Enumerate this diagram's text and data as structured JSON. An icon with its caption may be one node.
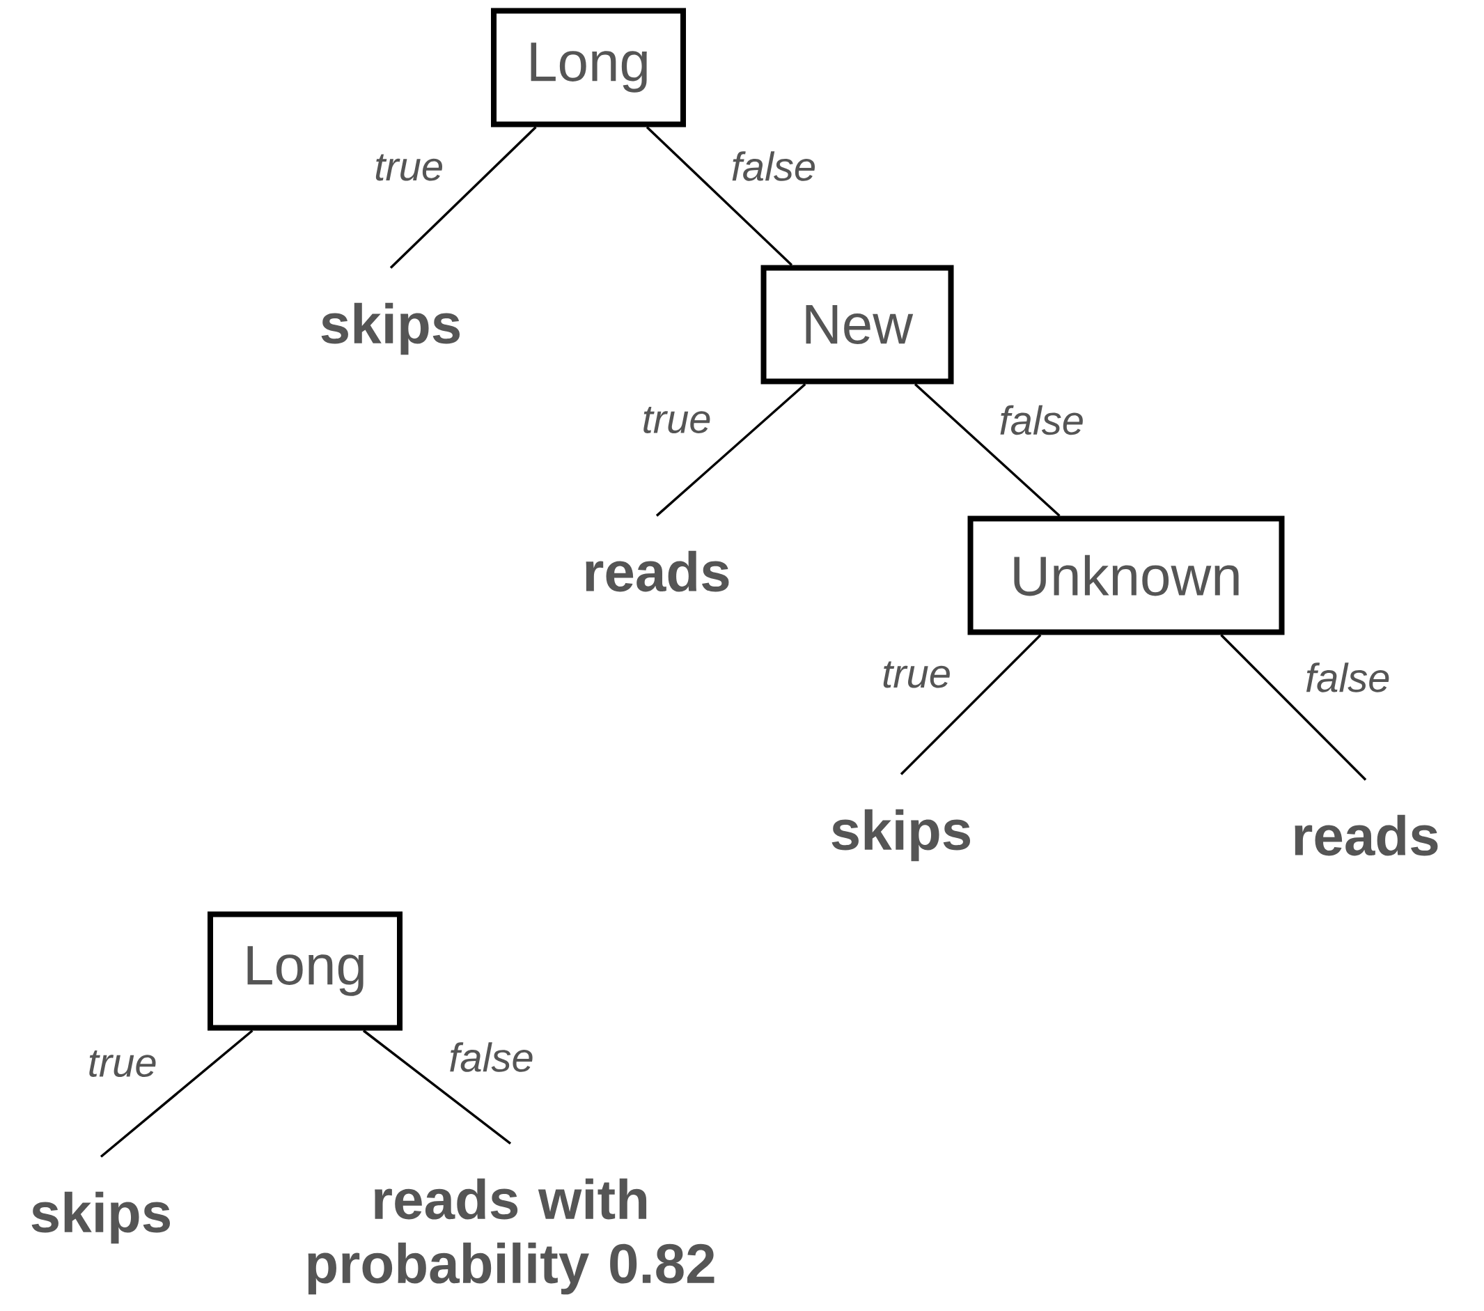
{
  "diagram": {
    "nodes": [
      {
        "text": [
          "Long"
        ]
      },
      {
        "text": [
          "skips"
        ]
      },
      {
        "text": [
          "New"
        ]
      },
      {
        "text": [
          "reads"
        ]
      },
      {
        "text": [
          "Unknown"
        ]
      },
      {
        "text": [
          "skips"
        ]
      },
      {
        "text": [
          "reads"
        ]
      },
      {
        "text": [
          "Long"
        ]
      },
      {
        "text": [
          "skips"
        ]
      },
      {
        "text": [
          "reads with probability 0.82"
        ]
      }
    ],
    "edges": [
      {
        "from": 0,
        "to": 1,
        "arrow": "none",
        "label": "true"
      },
      {
        "from": 0,
        "to": 2,
        "arrow": "none",
        "label": "false"
      },
      {
        "from": 2,
        "to": 3,
        "arrow": "none",
        "label": "true"
      },
      {
        "from": 2,
        "to": 4,
        "arrow": "none",
        "label": "false"
      },
      {
        "from": 4,
        "to": 5,
        "arrow": "none",
        "label": "true"
      },
      {
        "from": 4,
        "to": 6,
        "arrow": "none",
        "label": "false"
      },
      {
        "from": 7,
        "to": 8,
        "arrow": "none",
        "label": "true"
      },
      {
        "from": 7,
        "to": 9,
        "arrow": "none",
        "label": "false"
      }
    ]
  }
}
